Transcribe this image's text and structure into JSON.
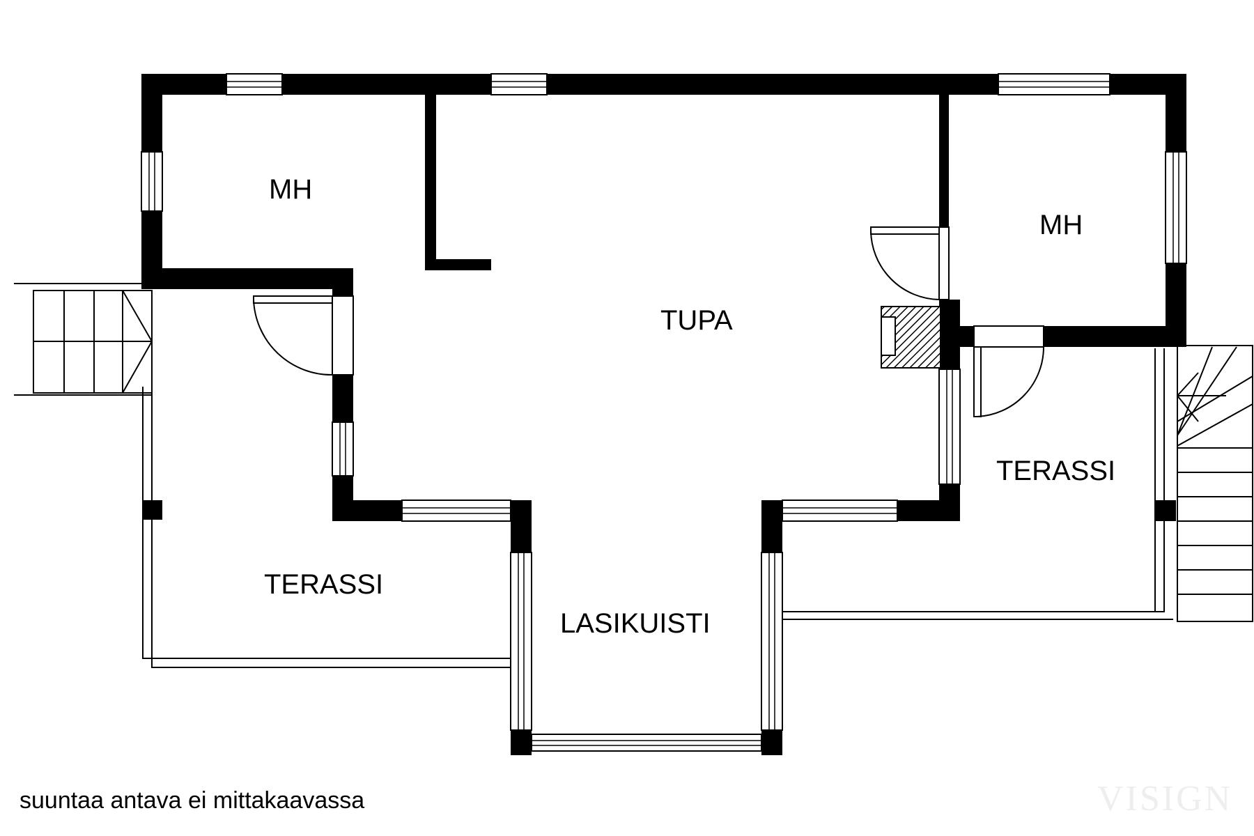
{
  "plan": {
    "rooms": {
      "mh_left": "MH",
      "mh_right": "MH",
      "tupa": "TUPA",
      "terassi_left": "TERASSI",
      "terassi_right": "TERASSI",
      "lasikuisti": "LASIKUISTI"
    },
    "caption": "suuntaa antava ei mittakaavassa",
    "watermark": "VISIGN"
  }
}
